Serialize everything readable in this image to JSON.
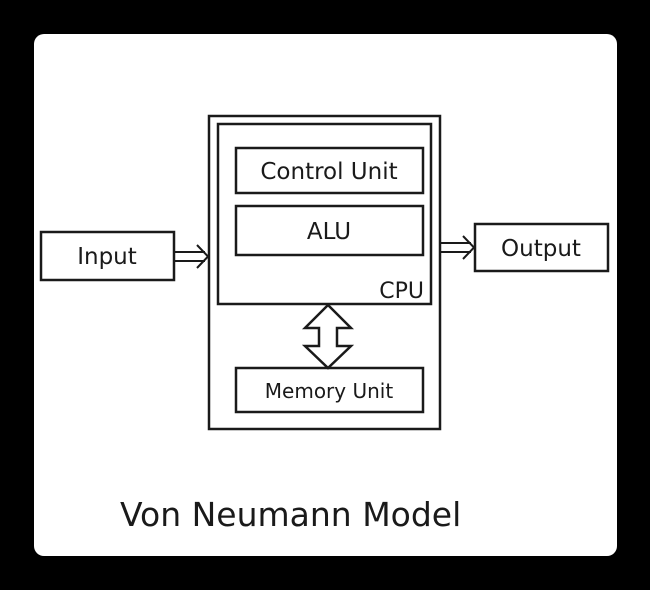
{
  "diagram": {
    "title": "Von Neumann Model",
    "blocks": {
      "input": "Input",
      "output": "Output",
      "control_unit": "Control Unit",
      "alu": "ALU",
      "cpu": "CPU",
      "memory_unit": "Memory Unit"
    },
    "colors": {
      "background": "#000000",
      "card": "#ffffff",
      "stroke": "#1a1a1a"
    }
  }
}
